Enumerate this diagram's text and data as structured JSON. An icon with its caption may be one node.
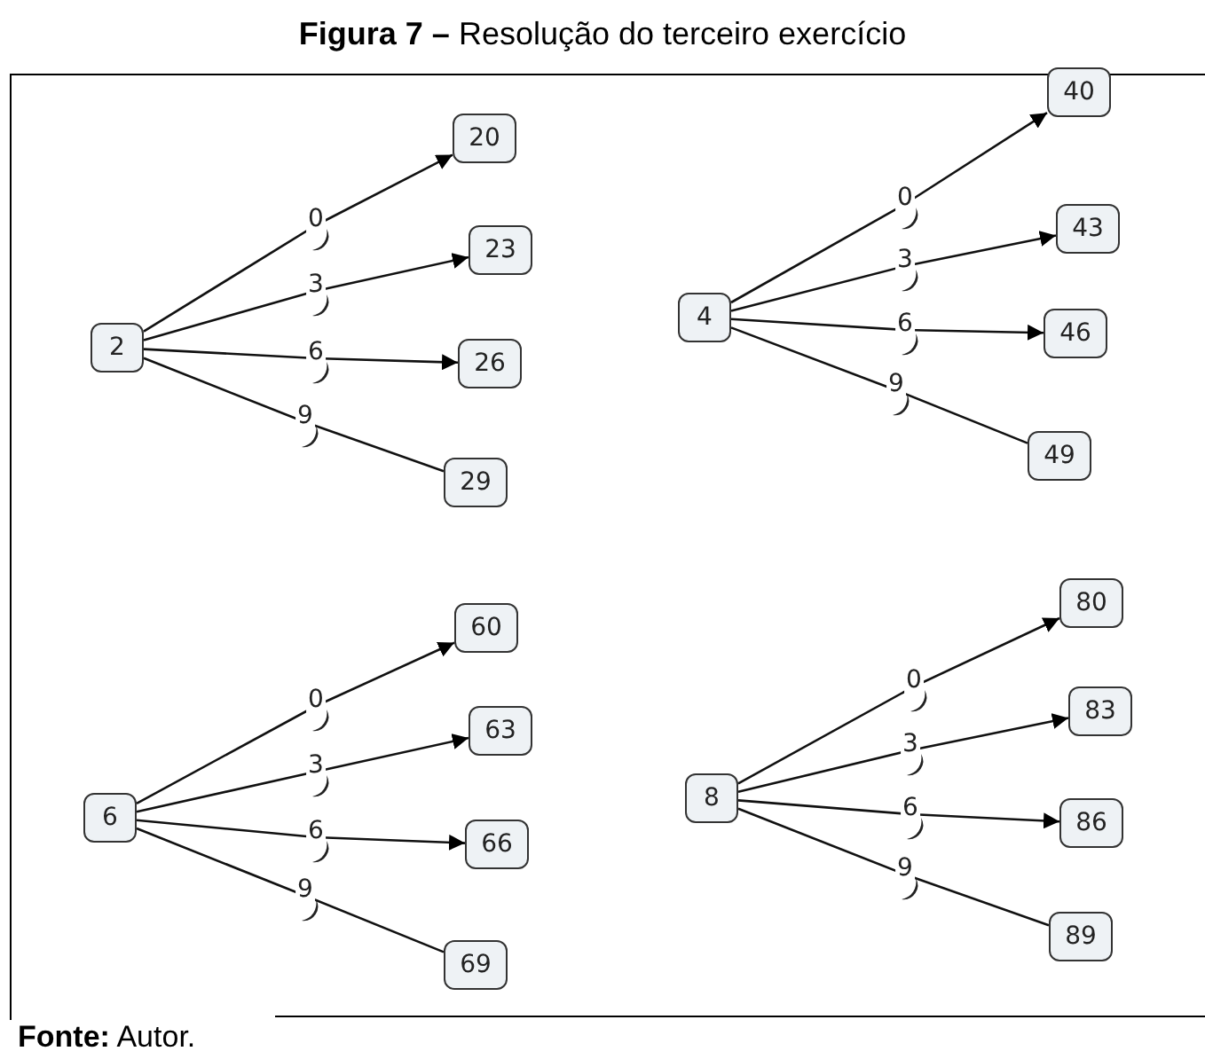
{
  "diagram": {
    "title": "**Figura 7 –** Resolução do terceiro exercício",
    "caption": "**Fonte:** Autor.",
    "nodes": [
      {
        "text": [
          "2"
        ]
      },
      {
        "text": [
          "20"
        ]
      },
      {
        "text": [
          "23"
        ]
      },
      {
        "text": [
          "26"
        ]
      },
      {
        "text": [
          "29"
        ]
      },
      {
        "text": [
          "4"
        ]
      },
      {
        "text": [
          "40"
        ]
      },
      {
        "text": [
          "43"
        ]
      },
      {
        "text": [
          "46"
        ]
      },
      {
        "text": [
          "49"
        ]
      },
      {
        "text": [
          "6"
        ]
      },
      {
        "text": [
          "60"
        ]
      },
      {
        "text": [
          "63"
        ]
      },
      {
        "text": [
          "66"
        ]
      },
      {
        "text": [
          "69"
        ]
      },
      {
        "text": [
          "8"
        ]
      },
      {
        "text": [
          "80"
        ]
      },
      {
        "text": [
          "83"
        ]
      },
      {
        "text": [
          "86"
        ]
      },
      {
        "text": [
          "89"
        ]
      }
    ],
    "edges": [
      {
        "from": 0,
        "to": 1,
        "label": "0",
        "arrow": "to"
      },
      {
        "from": 0,
        "to": 2,
        "label": "3",
        "arrow": "to"
      },
      {
        "from": 0,
        "to": 3,
        "label": "6",
        "arrow": "to"
      },
      {
        "from": 0,
        "to": 4,
        "label": "9",
        "arrow": "none"
      },
      {
        "from": 5,
        "to": 6,
        "label": "0",
        "arrow": "to"
      },
      {
        "from": 5,
        "to": 7,
        "label": "3",
        "arrow": "to"
      },
      {
        "from": 5,
        "to": 8,
        "label": "6",
        "arrow": "to"
      },
      {
        "from": 5,
        "to": 9,
        "label": "9",
        "arrow": "none"
      },
      {
        "from": 10,
        "to": 11,
        "label": "0",
        "arrow": "to"
      },
      {
        "from": 10,
        "to": 12,
        "label": "3",
        "arrow": "to"
      },
      {
        "from": 10,
        "to": 13,
        "label": "6",
        "arrow": "to"
      },
      {
        "from": 10,
        "to": 14,
        "label": "9",
        "arrow": "none"
      },
      {
        "from": 15,
        "to": 16,
        "label": "0",
        "arrow": "to"
      },
      {
        "from": 15,
        "to": 17,
        "label": "3",
        "arrow": "to"
      },
      {
        "from": 15,
        "to": 18,
        "label": "6",
        "arrow": "to"
      },
      {
        "from": 15,
        "to": 19,
        "label": "9",
        "arrow": "none"
      }
    ]
  }
}
